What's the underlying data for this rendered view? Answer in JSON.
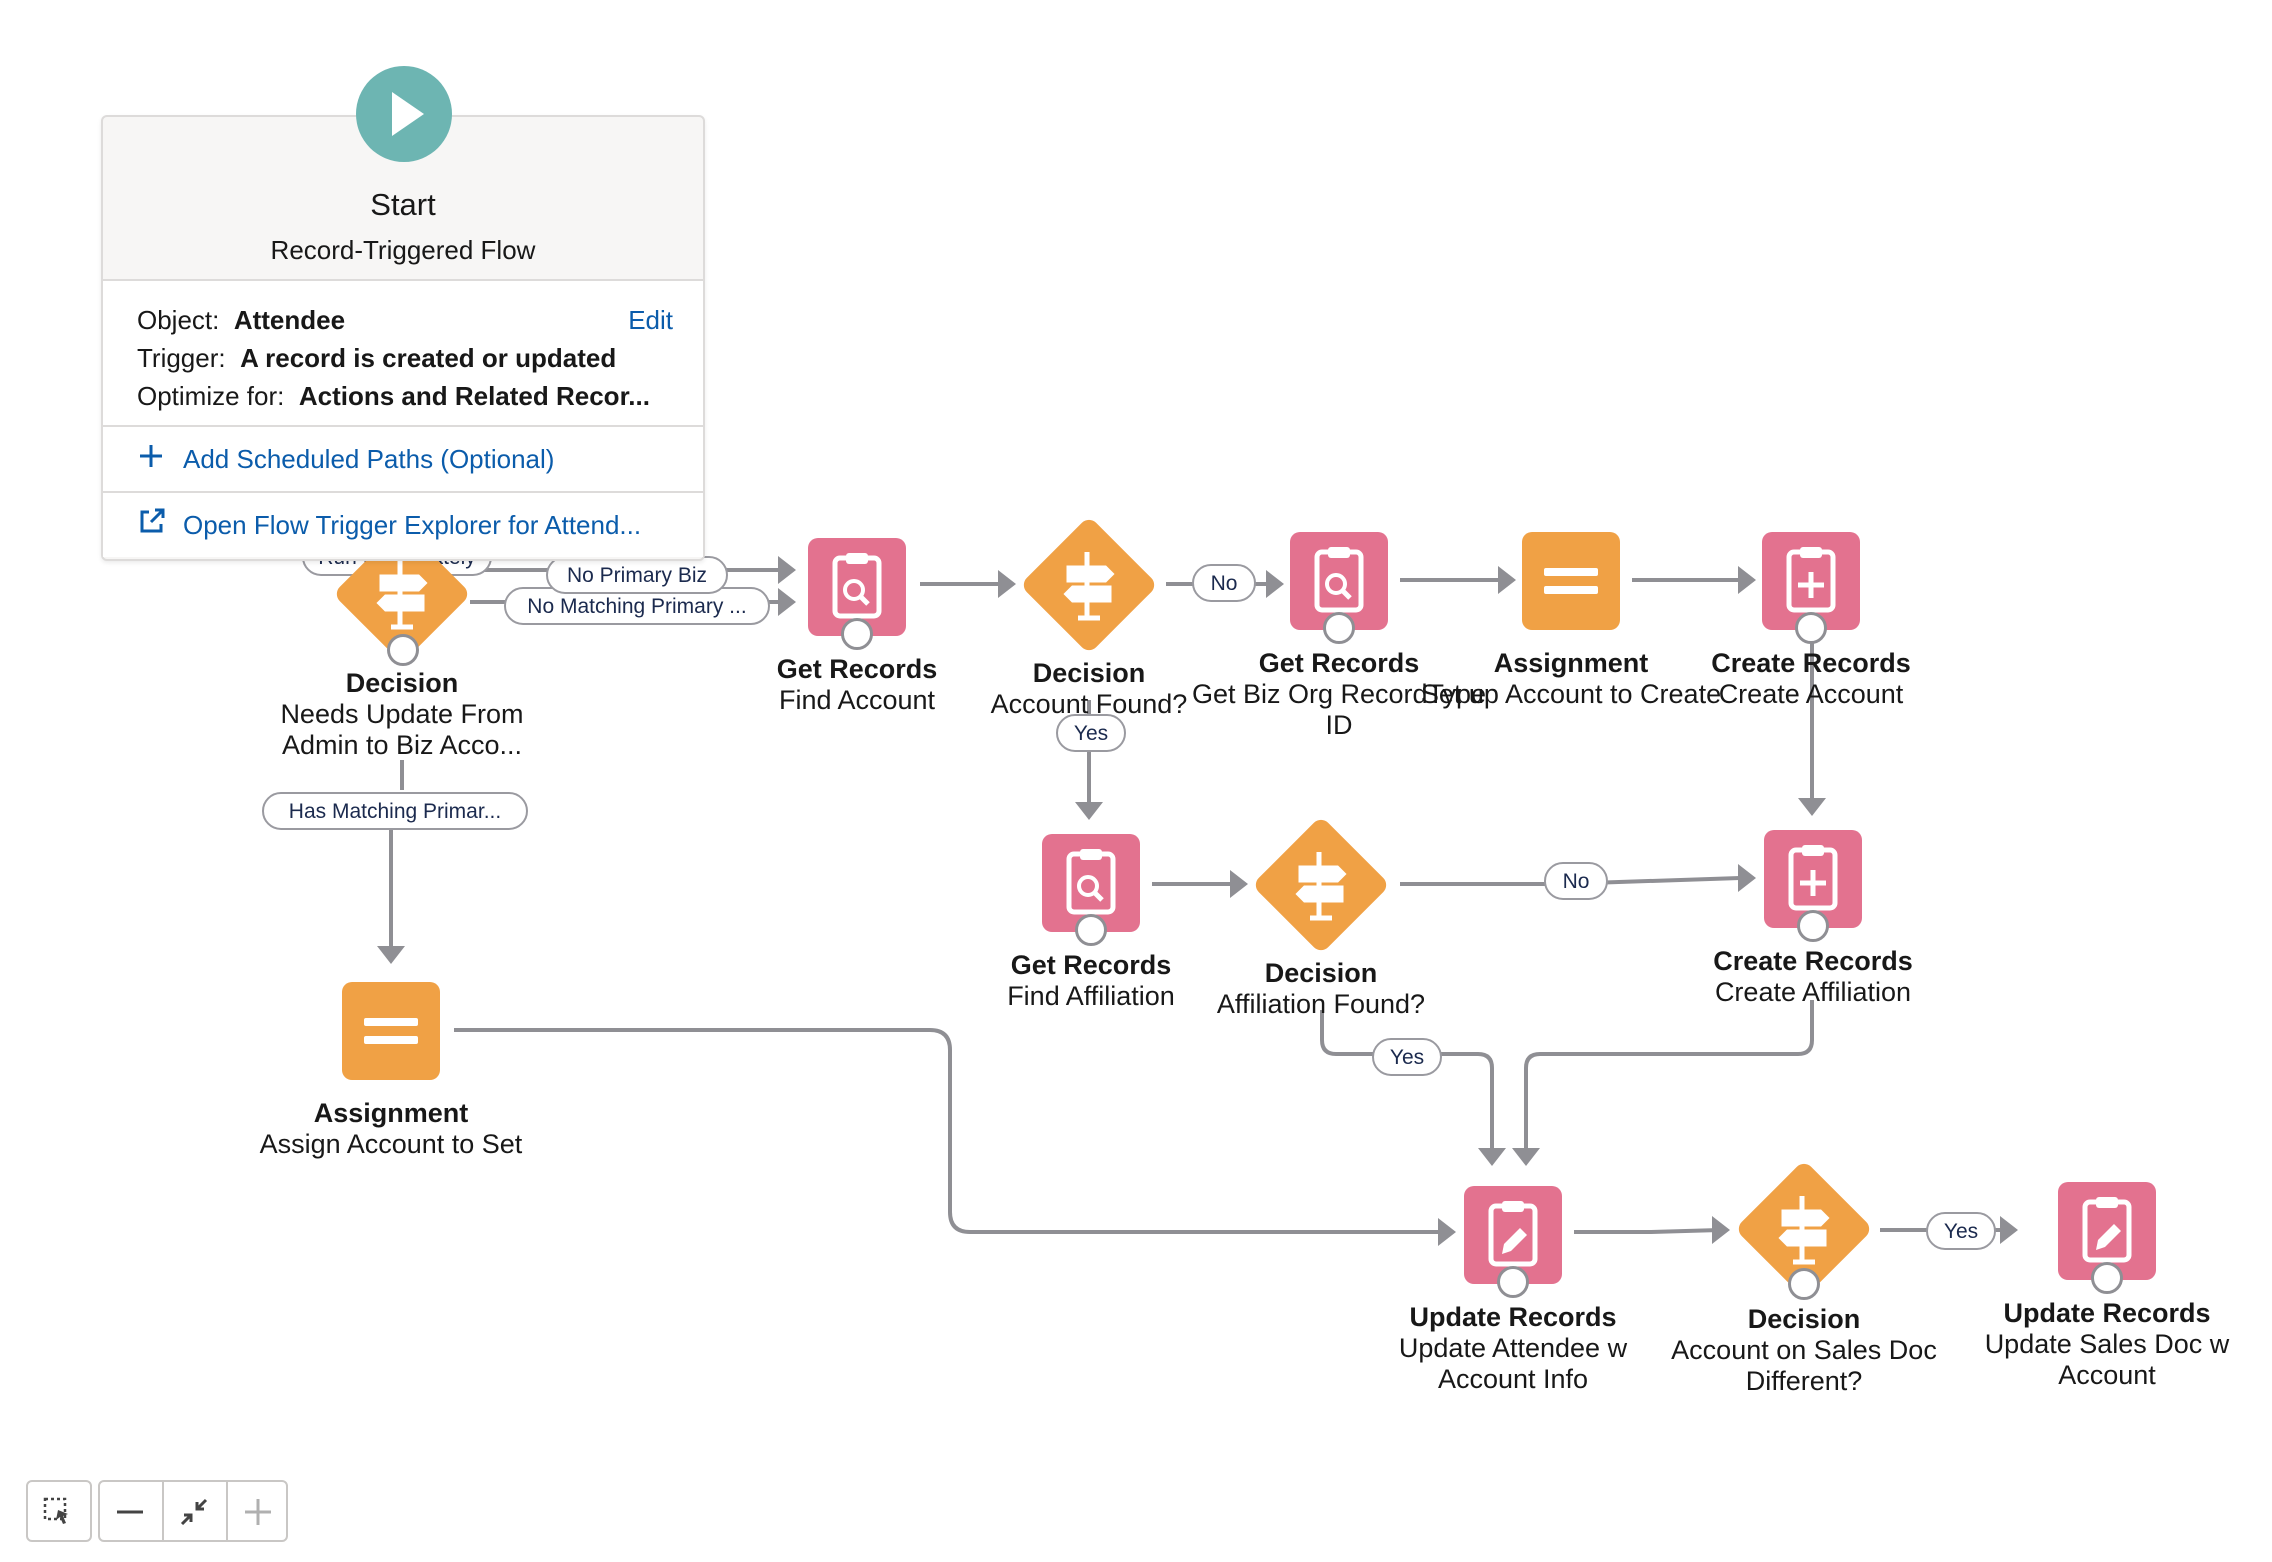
{
  "start": {
    "title": "Start",
    "subtitle": "Record-Triggered Flow",
    "object_label": "Object:",
    "object_value": "Attendee",
    "edit_label": "Edit",
    "trigger_label": "Trigger:",
    "trigger_value": "A record is created or updated",
    "optimize_label": "Optimize for:",
    "optimize_value": "Actions and Related Recor...",
    "add_paths": "Add Scheduled Paths (Optional)",
    "open_explorer": "Open Flow Trigger Explorer for Attend..."
  },
  "paths": {
    "run_immediately": "Run Immediately",
    "no_primary_biz": "No Primary Biz",
    "no_matching_primary": "No Matching Primary ...",
    "has_matching_primary": "Has Matching Primar...",
    "no_1": "No",
    "yes_1": "Yes",
    "no_2": "No",
    "yes_2": "Yes",
    "yes_3": "Yes"
  },
  "nodes": {
    "decision_needs_update": {
      "type": "Decision",
      "name": "Needs Update From Admin to Biz Acco..."
    },
    "get_find_account": {
      "type": "Get Records",
      "name": "Find Account"
    },
    "decision_account_found": {
      "type": "Decision",
      "name": "Account Found?"
    },
    "get_biz_org": {
      "type": "Get Records",
      "name": "Get Biz Org RecordType ID"
    },
    "assign_setup_account": {
      "type": "Assignment",
      "name": "Set up Account to Create"
    },
    "create_account": {
      "type": "Create Records",
      "name": "Create Account"
    },
    "get_find_affiliation": {
      "type": "Get Records",
      "name": "Find Affiliation"
    },
    "decision_affiliation_found": {
      "type": "Decision",
      "name": "Affiliation Found?"
    },
    "create_affiliation": {
      "type": "Create Records",
      "name": "Create Affiliation"
    },
    "assign_account_to_set": {
      "type": "Assignment",
      "name": "Assign Account to Set"
    },
    "update_attendee": {
      "type": "Update Records",
      "name": "Update Attendee w Account Info"
    },
    "decision_sales_doc": {
      "type": "Decision",
      "name": "Account on Sales Doc Different?"
    },
    "update_sales_doc": {
      "type": "Update Records",
      "name": "Update Sales Doc w Account"
    }
  },
  "toolbar": {
    "select_icon": "marquee-select-icon",
    "zoom_out_icon": "minus-icon",
    "fit_icon": "collapse-arrows-icon",
    "zoom_in_icon": "plus-icon"
  },
  "colors": {
    "records": "#e3728f",
    "logic": "#f0a145",
    "start": "#6db5b2",
    "link": "#0b5cab",
    "connector": "#8f8f94"
  }
}
